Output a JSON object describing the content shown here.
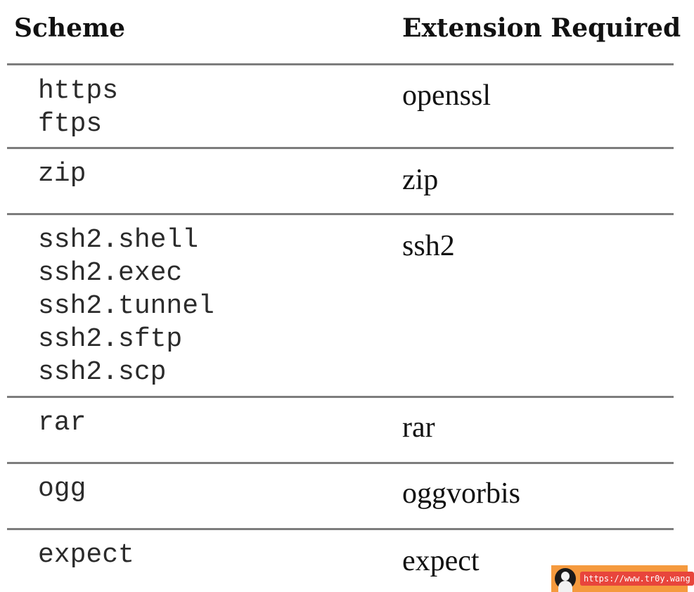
{
  "table": {
    "headers": {
      "scheme": "Scheme",
      "extension": "Extension Required"
    },
    "rows": [
      {
        "schemes": [
          "https",
          "ftps"
        ],
        "extension": "openssl"
      },
      {
        "schemes": [
          "zip"
        ],
        "extension": "zip"
      },
      {
        "schemes": [
          "ssh2.shell",
          "ssh2.exec",
          "ssh2.tunnel",
          "ssh2.sftp",
          "ssh2.scp"
        ],
        "extension": "ssh2"
      },
      {
        "schemes": [
          "rar"
        ],
        "extension": "rar"
      },
      {
        "schemes": [
          "ogg"
        ],
        "extension": "oggvorbis"
      },
      {
        "schemes": [
          "expect"
        ],
        "extension": "expect"
      }
    ]
  },
  "watermark": {
    "text": "https://www.tr0y.wang"
  }
}
